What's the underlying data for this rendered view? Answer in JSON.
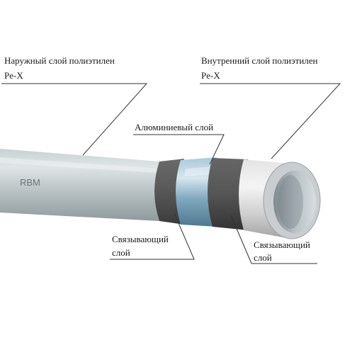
{
  "diagram": {
    "brand": "RBM",
    "labels": {
      "outer_line1": "Наружный слой полиэтилен",
      "outer_line2": "Pe-X",
      "inner_line1": "Внутренний слой полиэтилен",
      "inner_line2": "Pe-X",
      "aluminum": "Алюминиевый слой",
      "bond_left_line1": "Связывающий",
      "bond_left_line2": "слой",
      "bond_right_line1": "Связывающий",
      "bond_right_line2": "слой"
    }
  },
  "colors": {
    "outer_pe": "#b9c4c6",
    "adhesive": "#5a5a5a",
    "aluminum": "#7fa7be",
    "inner_pe": "#d0d0d0",
    "leader_line": "#333333"
  }
}
